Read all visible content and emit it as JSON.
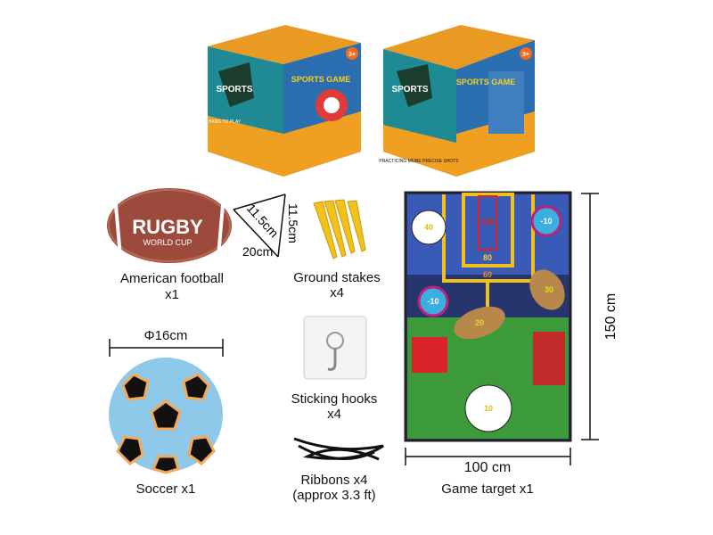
{
  "boxes": {
    "front": {
      "logo": "SPORTS",
      "title": "SPORTS GAME",
      "age": "3+",
      "side_text": "HANG TO PLAY"
    },
    "back": {
      "logo": "SPORTS",
      "title": "SPORTS GAME",
      "age": "3+",
      "side_text": "PRACTICING MORE PRECISE SHOTS"
    }
  },
  "items": {
    "football": {
      "name": "American football",
      "qty": "x1",
      "ball_text": "RUGBY",
      "ball_subtext": "WORLD CUP",
      "dim_length": "20cm",
      "dim_width": "11.5cm",
      "dim_height": "11.5cm",
      "color": "#9c4a3c"
    },
    "stakes": {
      "name": "Ground stakes",
      "qty": "x4",
      "color": "#f2c21b"
    },
    "soccer": {
      "name": "Soccer x1",
      "diameter": "Φ16cm",
      "color": "#8fc9ea"
    },
    "hooks": {
      "name": "Sticking hooks",
      "qty": "x4"
    },
    "ribbons": {
      "name": "Ribbons x4",
      "note": "(approx 3.3 ft)"
    },
    "target": {
      "name": "Game target x1",
      "width": "100 cm",
      "height": "150 cm",
      "scores": {
        "top": "100",
        "mid": "80",
        "low": "60",
        "ball_left": "40",
        "ring_right": "-10",
        "ring_left": "-10",
        "football_right": "30",
        "football_center": "20",
        "ball_bottom": "10"
      }
    }
  }
}
